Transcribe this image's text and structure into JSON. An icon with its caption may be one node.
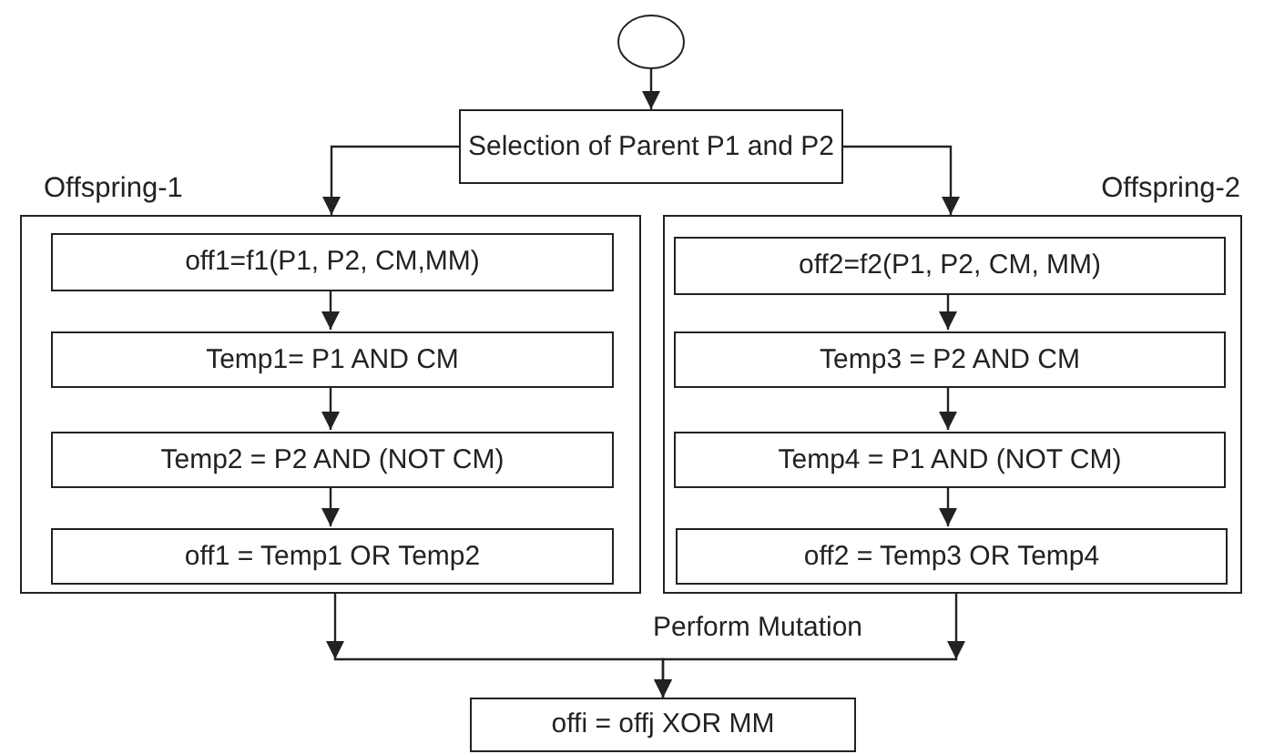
{
  "diagram": {
    "nodes": [
      {
        "text": [],
        "shape": "circle"
      },
      {
        "text": [
          "Selection of Parent P1 and P2"
        ]
      },
      {
        "text": [
          "Offspring-1"
        ]
      },
      {
        "text": [
          "off1=f1(P1, P2, CM,MM)"
        ],
        "in": 2
      },
      {
        "text": [
          "Temp1= P1 AND CM"
        ],
        "in": 2
      },
      {
        "text": [
          "Temp2 = P2 AND (NOT CM)"
        ],
        "in": 2
      },
      {
        "text": [
          "off1 = Temp1 OR Temp2"
        ],
        "in": 2
      },
      {
        "text": [
          "Offspring-2"
        ]
      },
      {
        "text": [
          "off2=f2(P1, P2, CM, MM)"
        ],
        "in": 7
      },
      {
        "text": [
          "Temp3 = P2 AND CM"
        ],
        "in": 7
      },
      {
        "text": [
          "Temp4 = P1 AND (NOT CM)"
        ],
        "in": 7
      },
      {
        "text": [
          "off2  = Temp3 OR Temp4"
        ],
        "in": 7
      },
      {
        "text": [
          "offi = offj XOR MM"
        ]
      }
    ],
    "edges": [
      {
        "from": 0,
        "to": 1,
        "arrow": "to"
      },
      {
        "from": 1,
        "to": 2,
        "arrow": "to"
      },
      {
        "from": 1,
        "to": 7,
        "arrow": "to"
      },
      {
        "from": 3,
        "to": 4,
        "arrow": "to"
      },
      {
        "from": 4,
        "to": 5,
        "arrow": "to"
      },
      {
        "from": 5,
        "to": 6,
        "arrow": "to"
      },
      {
        "from": 8,
        "to": 9,
        "arrow": "to"
      },
      {
        "from": 9,
        "to": 10,
        "arrow": "to"
      },
      {
        "from": 10,
        "to": 11,
        "arrow": "to"
      },
      {
        "from": 2,
        "to": 12,
        "arrow": "to",
        "label": "Perform Mutation"
      },
      {
        "from": 7,
        "to": 12,
        "arrow": "to"
      }
    ]
  }
}
